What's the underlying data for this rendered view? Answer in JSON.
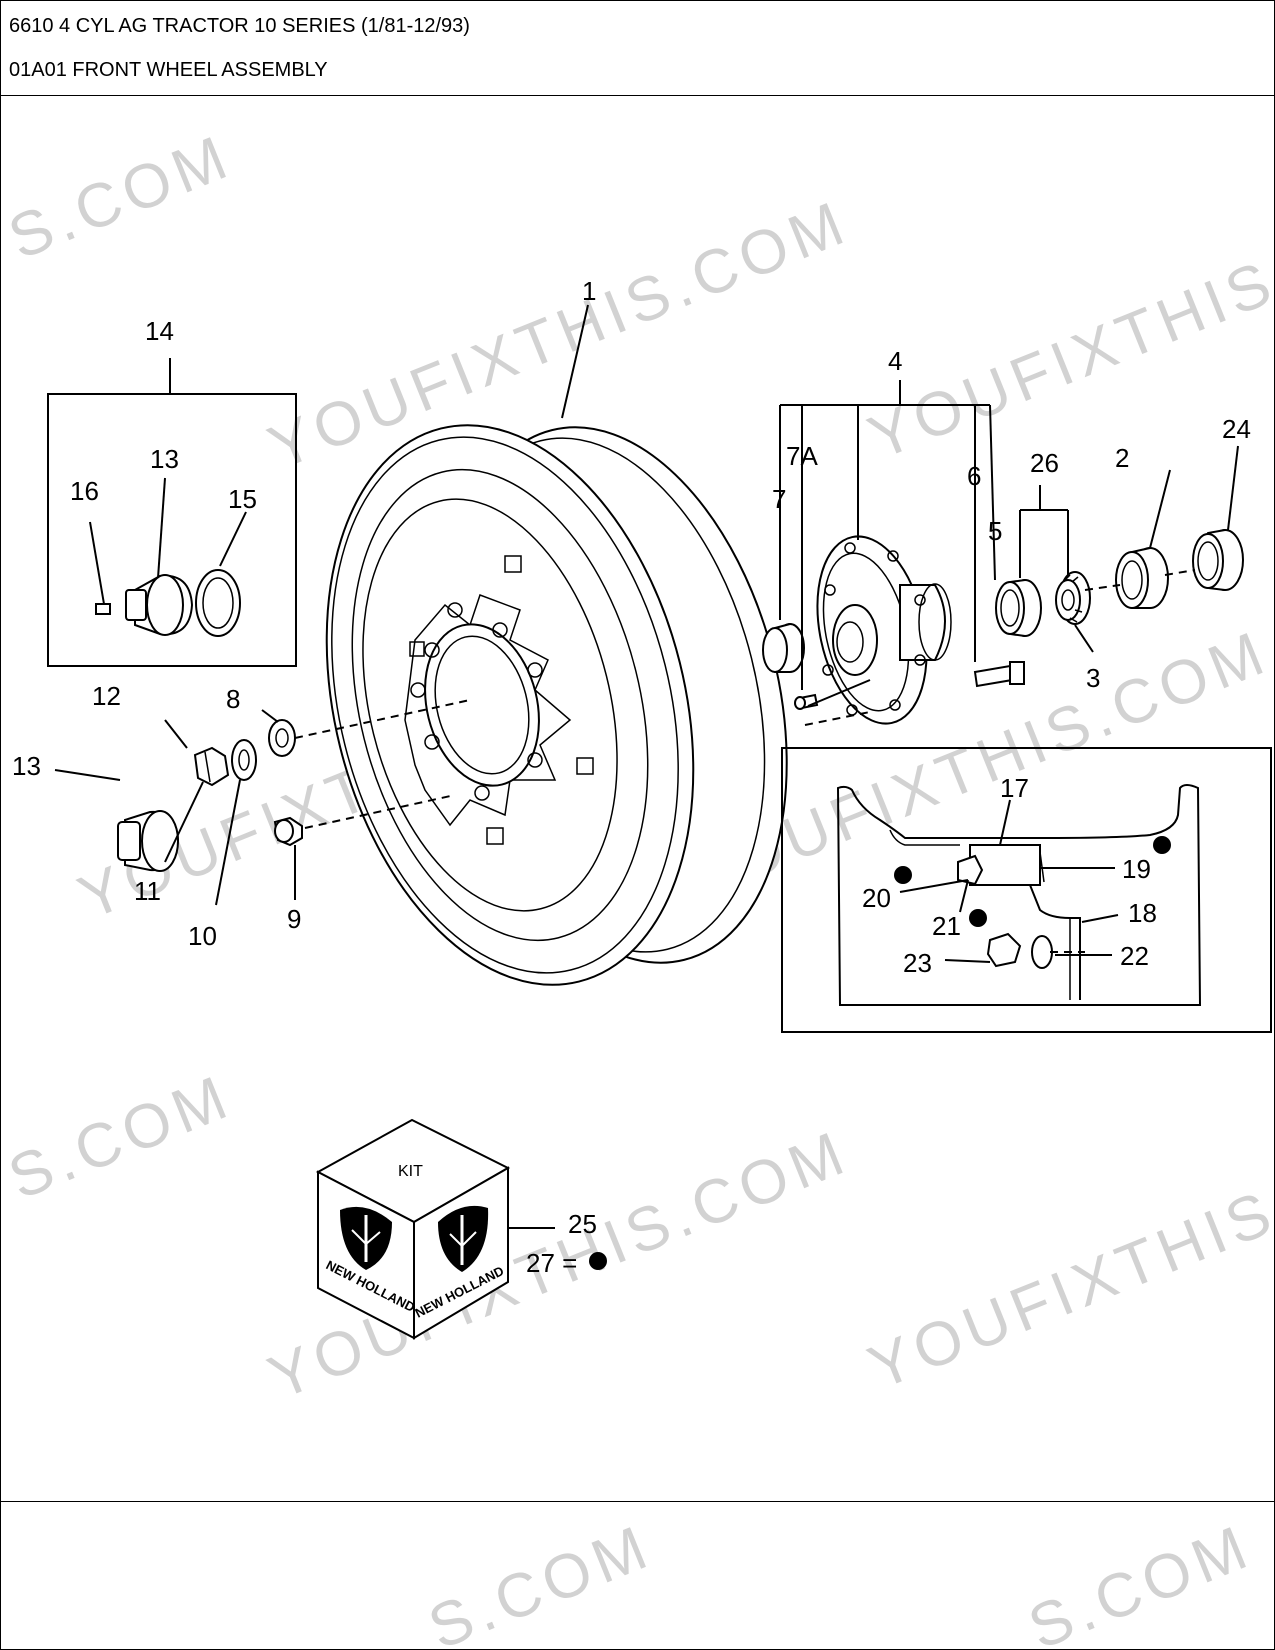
{
  "header": {
    "model_line": "6610 4 CYL AG TRACTOR 10 SERIES (1/81-12/93)",
    "section_line": "01A01 FRONT WHEEL ASSEMBLY"
  },
  "watermark": {
    "text_full": "YOUFIXTHIS.COM",
    "text_suffix": "S.COM"
  },
  "callouts": {
    "c1": "1",
    "c2": "2",
    "c3": "3",
    "c4": "4",
    "c5": "5",
    "c6": "6",
    "c7": "7",
    "c7a": "7A",
    "c8": "8",
    "c9": "9",
    "c10": "10",
    "c11": "11",
    "c12": "12",
    "c13": "13",
    "c13b": "13",
    "c14": "14",
    "c15": "15",
    "c16": "16",
    "c17": "17",
    "c18": "18",
    "c19": "19",
    "c20": "20",
    "c21": "21",
    "c22": "22",
    "c23": "23",
    "c24": "24",
    "c25": "25",
    "c26": "26",
    "c27": "27 ="
  },
  "kit_box": {
    "top_label": "KIT",
    "brand_left": "NEW HOLLAND",
    "brand_right": "NEW HOLLAND"
  },
  "colors": {
    "line": "#000000",
    "watermark": "#d2d2d2",
    "background": "#ffffff"
  }
}
